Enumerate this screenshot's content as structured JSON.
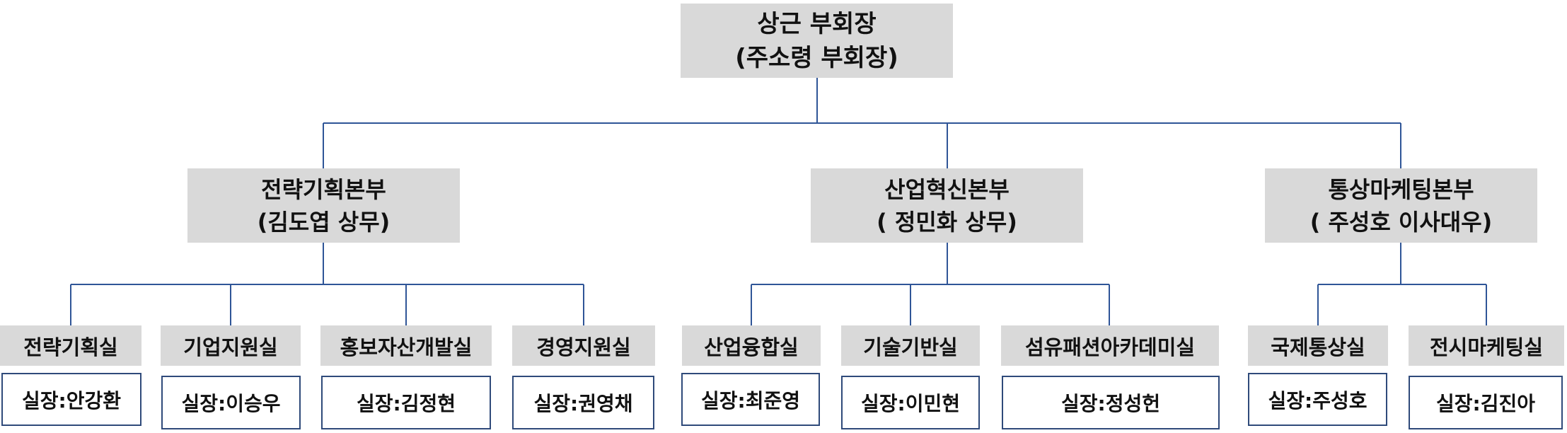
{
  "root": {
    "title": "상근 부회장",
    "subtitle": "(주소령 부회장)"
  },
  "divisions": [
    {
      "title": "전략기획본부",
      "subtitle": "(김도엽 상무)"
    },
    {
      "title": "산업혁신본부",
      "subtitle": "( 정민화 상무)"
    },
    {
      "title": "통상마케팅본부",
      "subtitle": "( 주성호 이사대우)"
    }
  ],
  "departments": [
    {
      "name": "전략기획실",
      "head": "실장:안강환"
    },
    {
      "name": "기업지원실",
      "head": "실장:이승우"
    },
    {
      "name": "홍보자산개발실",
      "head": "실장:김정현"
    },
    {
      "name": "경영지원실",
      "head": "실장:권영채"
    },
    {
      "name": "산업융합실",
      "head": "실장:최준영"
    },
    {
      "name": "기술기반실",
      "head": "실장:이민현"
    },
    {
      "name": "섬유패션아카데미실",
      "head": "실장:정성헌"
    },
    {
      "name": "국제통상실",
      "head": "실장:주성호"
    },
    {
      "name": "전시마케팅실",
      "head": "실장:김진아"
    }
  ],
  "colors": {
    "connector": "#2f5597",
    "box_fill": "#d9d9d9",
    "head_border": "#2f4a7a"
  }
}
